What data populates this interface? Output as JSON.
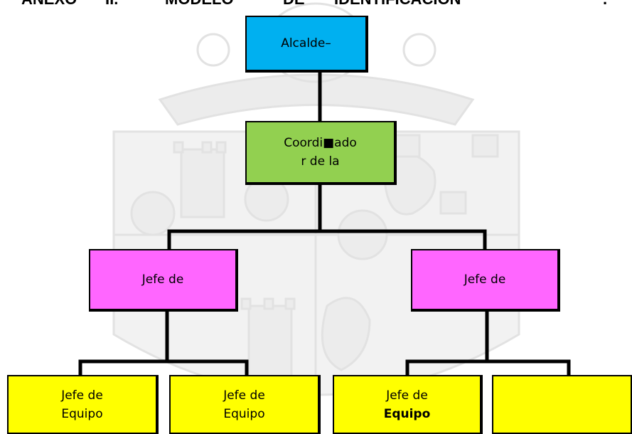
{
  "header": {
    "words": [
      "ANEXO",
      "II.",
      "MODELO",
      "DE",
      "IDENTIFICACIÓN"
    ],
    "trailing_mark": "."
  },
  "org_chart": {
    "root": {
      "lines": [
        "Alcalde–"
      ],
      "color": "#00b0f0"
    },
    "coordinator": {
      "lines": [
        "Coordi■ado",
        "r de la"
      ],
      "color": "#92d050"
    },
    "heads": [
      {
        "lines": [
          "Jefe de"
        ],
        "color": "#ff66ff"
      },
      {
        "lines": [
          "Jefe de"
        ],
        "color": "#ff66ff"
      }
    ],
    "team_leads": [
      {
        "lines": [
          "Jefe de",
          "Equipo"
        ],
        "color": "#ffff00"
      },
      {
        "lines": [
          "Jefe de",
          "Equipo"
        ],
        "color": "#ffff00"
      },
      {
        "lines": [
          "Jefe de",
          "Equipo"
        ],
        "color": "#ffff00"
      },
      {
        "lines": [],
        "color": "#ffff00"
      }
    ]
  },
  "watermark": {
    "type": "coat-of-arms",
    "color": "#e6e6e6"
  }
}
